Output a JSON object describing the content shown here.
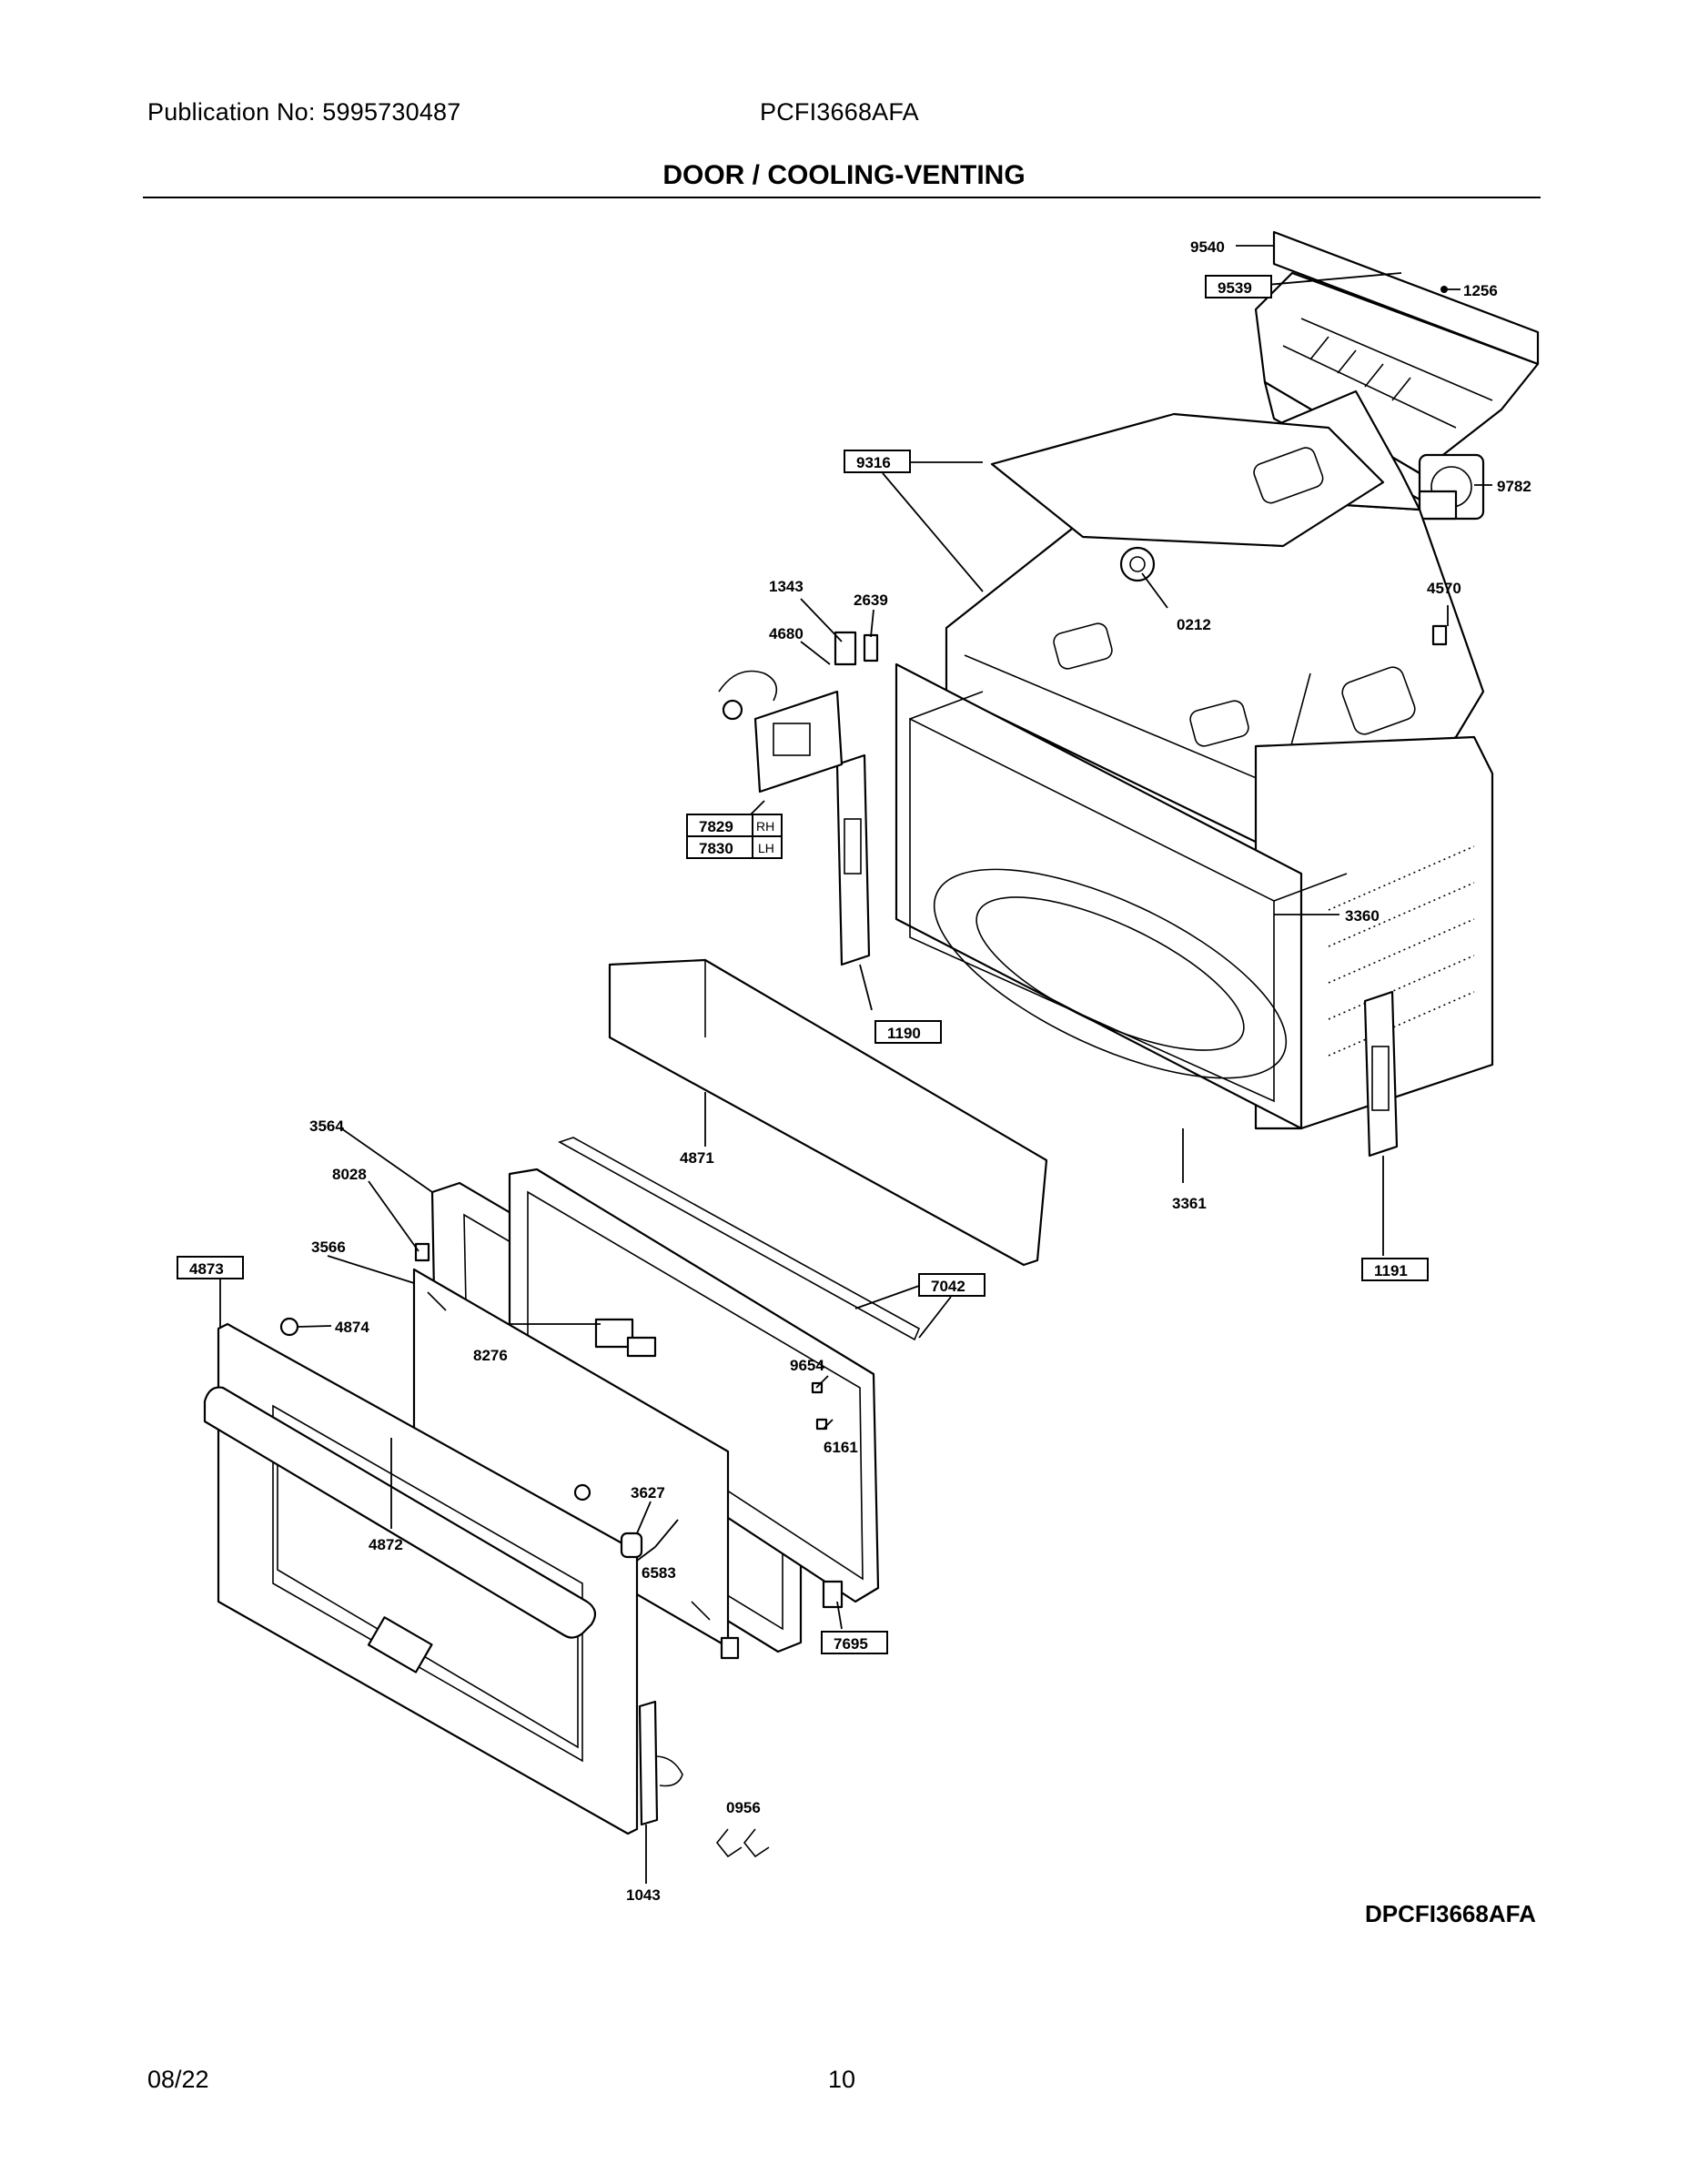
{
  "header": {
    "publication": "Publication No: 5995730487",
    "model": "PCFI3668AFA",
    "title": "DOOR / COOLING-VENTING"
  },
  "diagram": {
    "labels": [
      {
        "id": "9540",
        "boxed": false
      },
      {
        "id": "1256",
        "boxed": false
      },
      {
        "id": "9539",
        "boxed": true
      },
      {
        "id": "9316",
        "boxed": true
      },
      {
        "id": "9782",
        "boxed": false
      },
      {
        "id": "1343",
        "boxed": false
      },
      {
        "id": "2639",
        "boxed": false
      },
      {
        "id": "4680",
        "boxed": false
      },
      {
        "id": "0212",
        "boxed": false
      },
      {
        "id": "4570",
        "boxed": false
      },
      {
        "id": "7829",
        "boxed": true,
        "suffix": "RH"
      },
      {
        "id": "7830",
        "boxed": true,
        "suffix": "LH"
      },
      {
        "id": "3360",
        "boxed": false
      },
      {
        "id": "1190",
        "boxed": true
      },
      {
        "id": "3564",
        "boxed": false
      },
      {
        "id": "4871",
        "boxed": false
      },
      {
        "id": "8028",
        "boxed": false
      },
      {
        "id": "3361",
        "boxed": false
      },
      {
        "id": "3566",
        "boxed": false
      },
      {
        "id": "4873",
        "boxed": true
      },
      {
        "id": "1191",
        "boxed": true
      },
      {
        "id": "7042",
        "boxed": true
      },
      {
        "id": "4874",
        "boxed": false
      },
      {
        "id": "8276",
        "boxed": false
      },
      {
        "id": "9654",
        "boxed": false
      },
      {
        "id": "6161",
        "boxed": false
      },
      {
        "id": "3627",
        "boxed": false
      },
      {
        "id": "4872",
        "boxed": false
      },
      {
        "id": "6583",
        "boxed": false
      },
      {
        "id": "7695",
        "boxed": true
      },
      {
        "id": "0956",
        "boxed": false
      },
      {
        "id": "1043",
        "boxed": false
      }
    ],
    "code": "DPCFI3668AFA"
  },
  "footer": {
    "date": "08/22",
    "page": "10"
  }
}
